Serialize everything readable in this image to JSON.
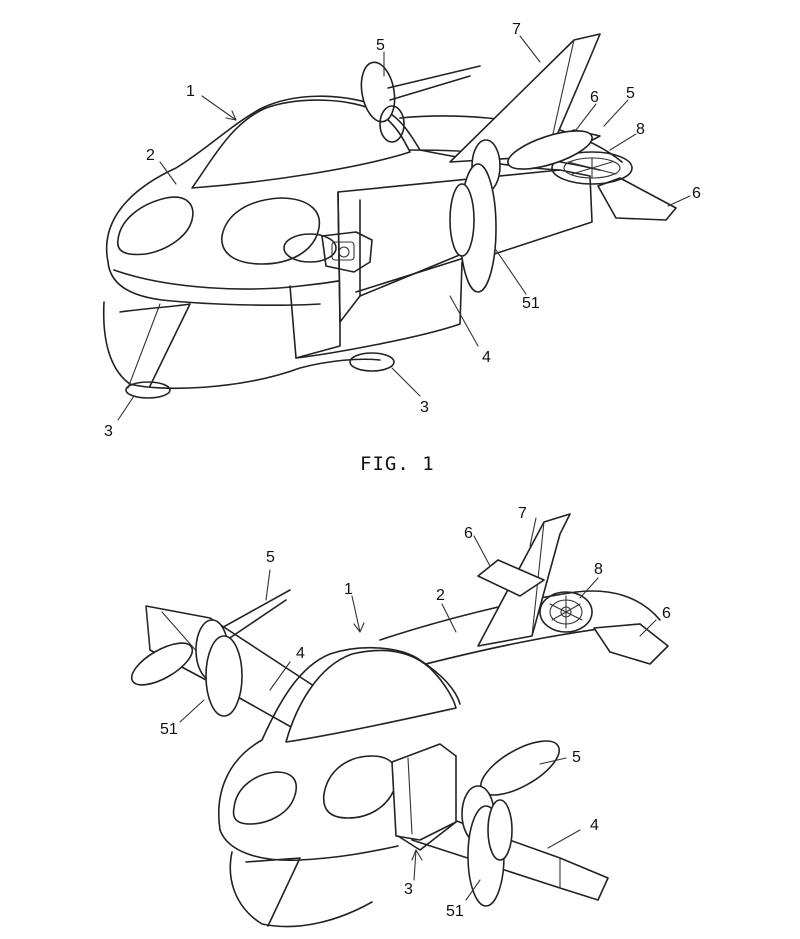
{
  "figures": [
    {
      "caption": "FIG. 1",
      "reference_numerals": [
        "1",
        "2",
        "3",
        "3",
        "4",
        "5",
        "5",
        "6",
        "6",
        "7",
        "8",
        "51"
      ]
    },
    {
      "caption": "",
      "reference_numerals": [
        "1",
        "2",
        "3",
        "4",
        "4",
        "5",
        "5",
        "6",
        "6",
        "7",
        "8",
        "51",
        "51"
      ]
    }
  ],
  "fig1": {
    "caption": "FIG. 1",
    "n1": "1",
    "n2": "2",
    "n3a": "3",
    "n3b": "3",
    "n4": "4",
    "n5a": "5",
    "n5b": "5",
    "n6a": "6",
    "n6b": "6",
    "n7": "7",
    "n8": "8",
    "n51": "51"
  },
  "fig2": {
    "n1": "1",
    "n2": "2",
    "n3": "3",
    "n4a": "4",
    "n4b": "4",
    "n5a": "5",
    "n5b": "5",
    "n6a": "6",
    "n6b": "6",
    "n7": "7",
    "n8": "8",
    "n51a": "51",
    "n51b": "51"
  }
}
